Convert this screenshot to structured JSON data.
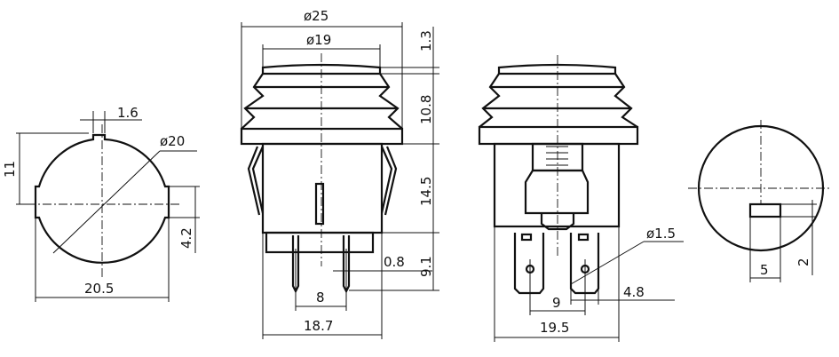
{
  "views": {
    "front": {
      "dims": {
        "notch": "1.6",
        "diameter": "ø20",
        "height": "11",
        "flat": "4.2",
        "width": "20.5"
      }
    },
    "side": {
      "dims": {
        "flange_dia": "ø25",
        "cap_dia": "ø19",
        "cap_h": "1.3",
        "bellow_h": "10.8",
        "body_h": "14.5",
        "terminal_h": "9.1",
        "terminal_t": "0.8",
        "pitch": "8",
        "body_w": "18.7"
      }
    },
    "rear": {
      "dims": {
        "hole": "ø1.5",
        "pitch": "9",
        "tab_w": "4.8",
        "body_w": "19.5"
      }
    },
    "bottom": {
      "dims": {
        "key_w": "5",
        "key_h": "2"
      }
    }
  }
}
